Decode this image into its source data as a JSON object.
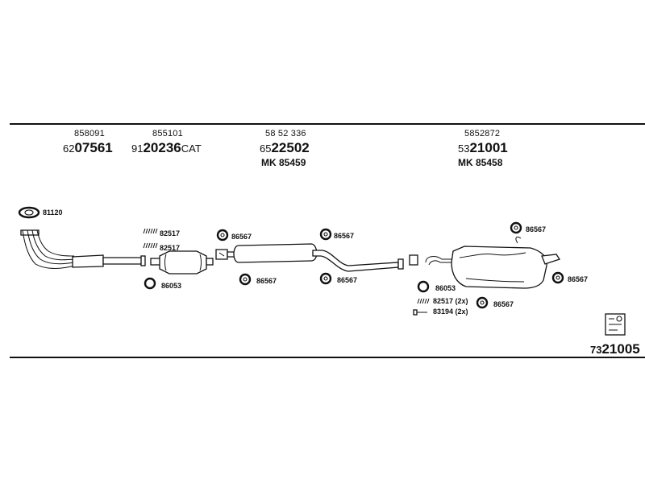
{
  "header_columns": [
    {
      "oe": "858091",
      "part_prefix": "62",
      "part_main": "07561",
      "part_suffix": "",
      "mk": ""
    },
    {
      "oe": "855101",
      "part_prefix": "91",
      "part_main": "20236",
      "part_suffix": "CAT",
      "mk": ""
    },
    {
      "oe": "58 52 336",
      "part_prefix": "65",
      "part_main": "22502",
      "part_suffix": "",
      "mk": "MK  85459"
    },
    {
      "oe": "5852872",
      "part_prefix": "53",
      "part_main": "21001",
      "part_suffix": "",
      "mk": "MK  85458"
    }
  ],
  "labels": {
    "gasket_front": "81120",
    "clamp_1": "82517",
    "clamp_2": "82517",
    "ring_1": "86053",
    "mount_1": "86567",
    "mount_2": "86567",
    "mount_3": "86567",
    "mount_4": "86567",
    "mount_5": "86567",
    "mount_6": "86567",
    "mount_7": "86567",
    "ring_2": "86053",
    "clamp_3": "82517 (2x)",
    "bolt_1": "83194 (2x)"
  },
  "assembly_number": {
    "prefix": "73",
    "main": "21005"
  },
  "colors": {
    "line": "#111111",
    "background": "#ffffff"
  },
  "icons": [
    "gasket-icon",
    "clamp-icon",
    "ring-icon",
    "rubber-mount-icon",
    "bolt-icon",
    "catalog-icon"
  ]
}
